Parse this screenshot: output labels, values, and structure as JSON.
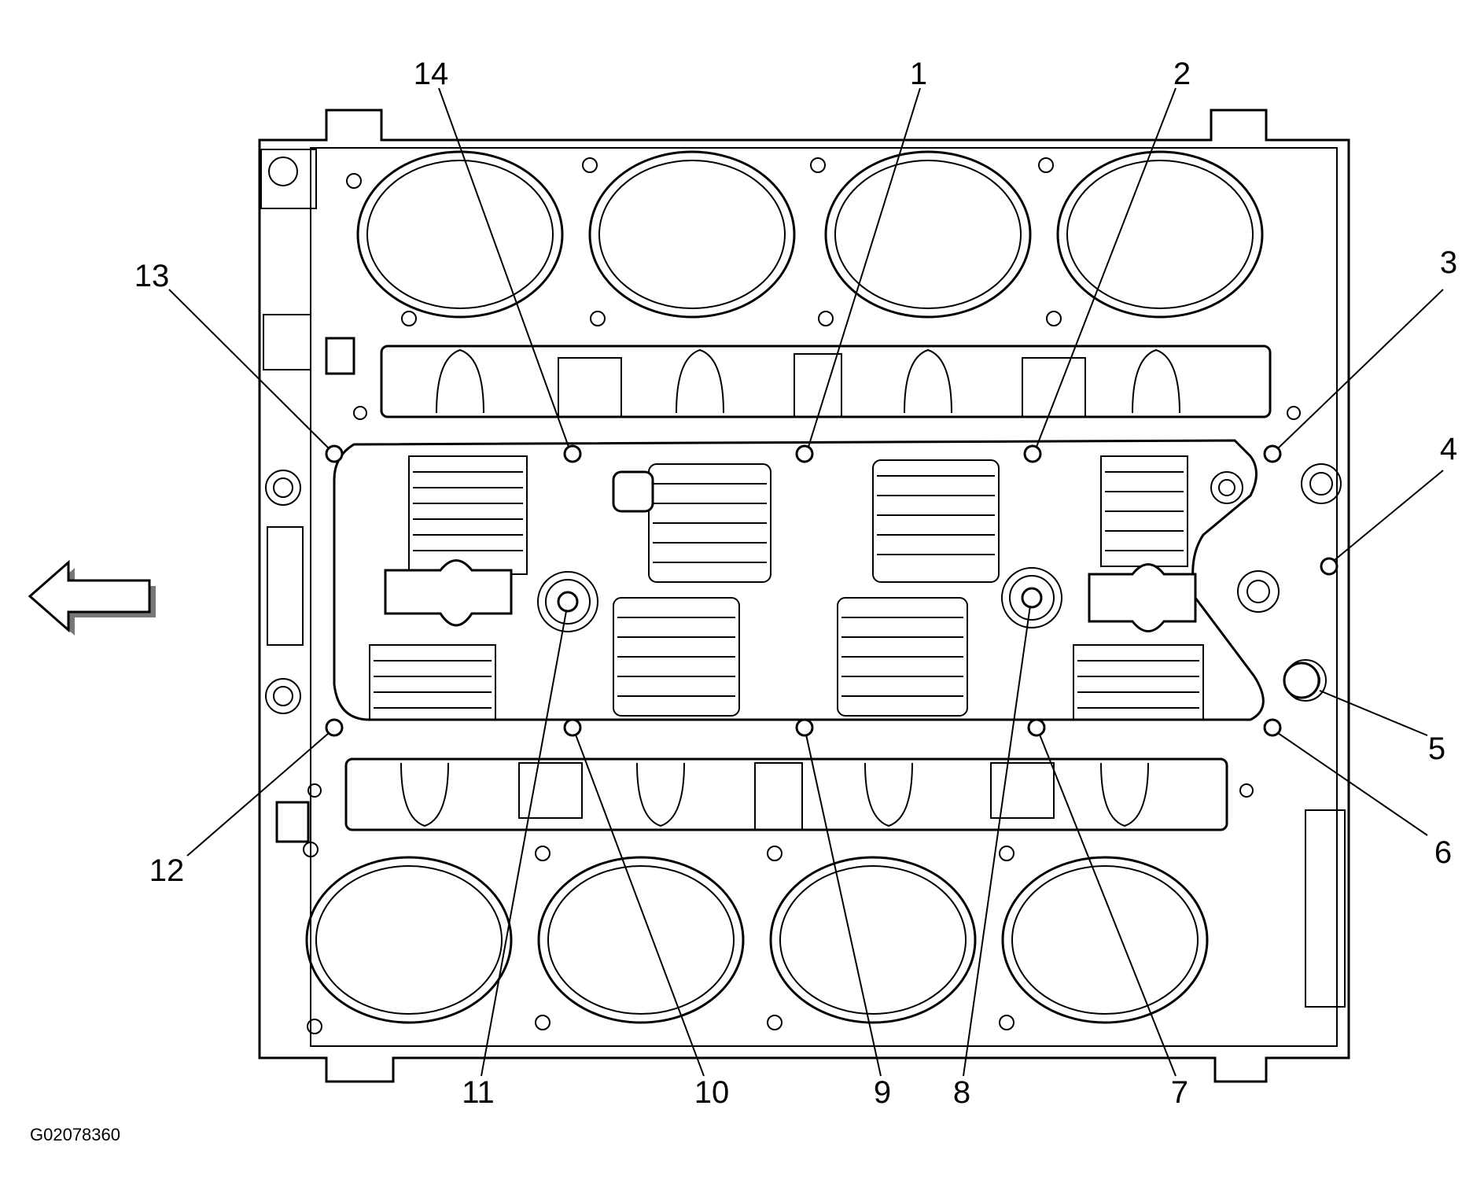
{
  "figure_id": "G02078360",
  "callouts": {
    "c1": "1",
    "c2": "2",
    "c3": "3",
    "c4": "4",
    "c5": "5",
    "c6": "6",
    "c7": "7",
    "c8": "8",
    "c9": "9",
    "c10": "10",
    "c11": "11",
    "c12": "12",
    "c13": "13",
    "c14": "14"
  },
  "icons": {
    "direction_arrow": "left-arrow-icon"
  }
}
